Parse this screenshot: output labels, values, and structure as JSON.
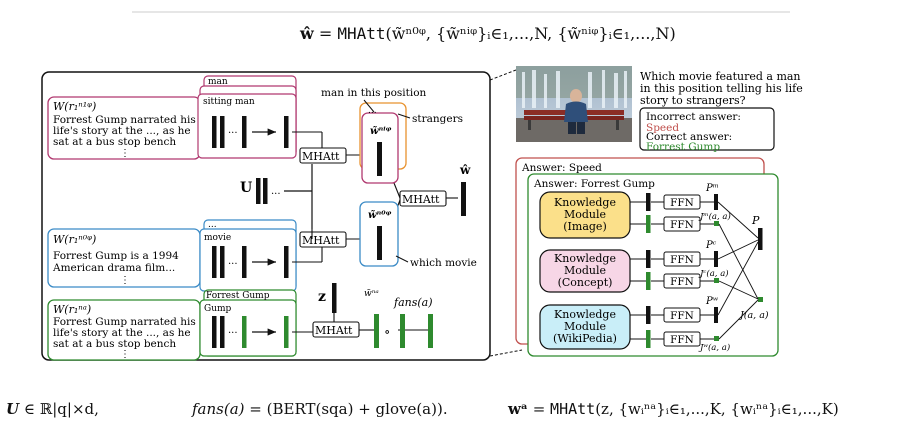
{
  "equations": {
    "top": {
      "lhs": "ŵ",
      "eq": "=",
      "fn": "MHAtt",
      "args": "(w̃ⁿ⁰ᵠ, {w̃ⁿⁱᵠ}ᵢ∈₁,...,N, {w̃ⁿⁱᵠ}ᵢ∈₁,...,N)"
    },
    "bottom_u": {
      "lhs": "U",
      "rel": "∈",
      "rhs": "ℝ|q|×d,"
    },
    "bottom_fans": {
      "lhs": "fans(a)",
      "eq": "=",
      "rhs": "(BERT(sqa) + glove(a))."
    },
    "bottom_wa": {
      "lhs": "wᵃ",
      "eq": "=",
      "fn": "MHAtt",
      "args": "(z, {wᵢⁿᵃ}ᵢ∈₁,...,K, {wᵢⁿᵃ}ᵢ∈₁,...,K)"
    }
  },
  "left_panel": {
    "context_boxes": [
      {
        "label": "W(r₁ⁿ¹ᵠ)",
        "text": [
          "Forrest Gump narrated his",
          "life's story at the ..., as he",
          "sat at a bus stop bench",
          "⋮"
        ]
      },
      {
        "label": "W(r₁ⁿ⁰ᵠ)",
        "text": [
          "Forrest Gump is a 1994",
          "American drama film...",
          "⋮"
        ]
      },
      {
        "label": "W(r₁ⁿᵃ)",
        "text": [
          "Forrest Gump narrated his",
          "life's story at the ..., as he",
          "sat at a bus stop bench",
          "⋮"
        ]
      }
    ],
    "stack_labels_top": [
      "man",
      "sitting man"
    ],
    "stack_labels_mid": [
      "...",
      "movie"
    ],
    "stack_labels_bot": [
      "Forrest Gump",
      "Gump"
    ],
    "dots": "...",
    "mhatt": "MHAtt",
    "u_label": "U",
    "z_label": "z",
    "w_hat": "ŵ",
    "w_tilde_top": "w̃ⁿⁱᵠ",
    "w_tilde_mid": "w̃ⁿ⁰ᵠ",
    "w_tilde_bot": "w̃ⁿᵃ",
    "fans": "fans(a)",
    "circ": "∘",
    "orange_dots": "...",
    "annot_position": "man in this position",
    "annot_strangers": "strangers",
    "annot_movie": "which movie"
  },
  "right_panel": {
    "question": [
      "Which movie featured a man",
      "in this position telling his life",
      "story to strangers?"
    ],
    "incorrect_label": "Incorrect answer:",
    "incorrect_value": "Speed",
    "correct_label": "Correct answer:",
    "correct_value": "Forrest Gump",
    "answer_speed": "Answer: Speed",
    "answer_fg": "Answer: Forrest Gump",
    "modules": [
      {
        "lines": [
          "Knowledge",
          "Module",
          "(Image)"
        ],
        "color": "#fbe08a",
        "p": "Pᵐ",
        "j": "Jᵐ(a, a)"
      },
      {
        "lines": [
          "Knowledge",
          "Module",
          "(Concept)"
        ],
        "color": "#f7d6e6",
        "p": "Pᶜ",
        "j": "Jᶜ(a, a)"
      },
      {
        "lines": [
          "Knowledge",
          "Module",
          "(WikiPedia)"
        ],
        "color": "#c9eef8",
        "p": "Pʷ",
        "j": "Jʷ(a, a)"
      }
    ],
    "ffn": "FFN",
    "p_final": "P",
    "j_final": "J(a, a)"
  },
  "colors": {
    "pink": "#b0386f",
    "blue": "#3b8bc6",
    "green": "#2e8a2e",
    "orange": "#e8922e",
    "red": "#c0504d",
    "black": "#111111"
  }
}
